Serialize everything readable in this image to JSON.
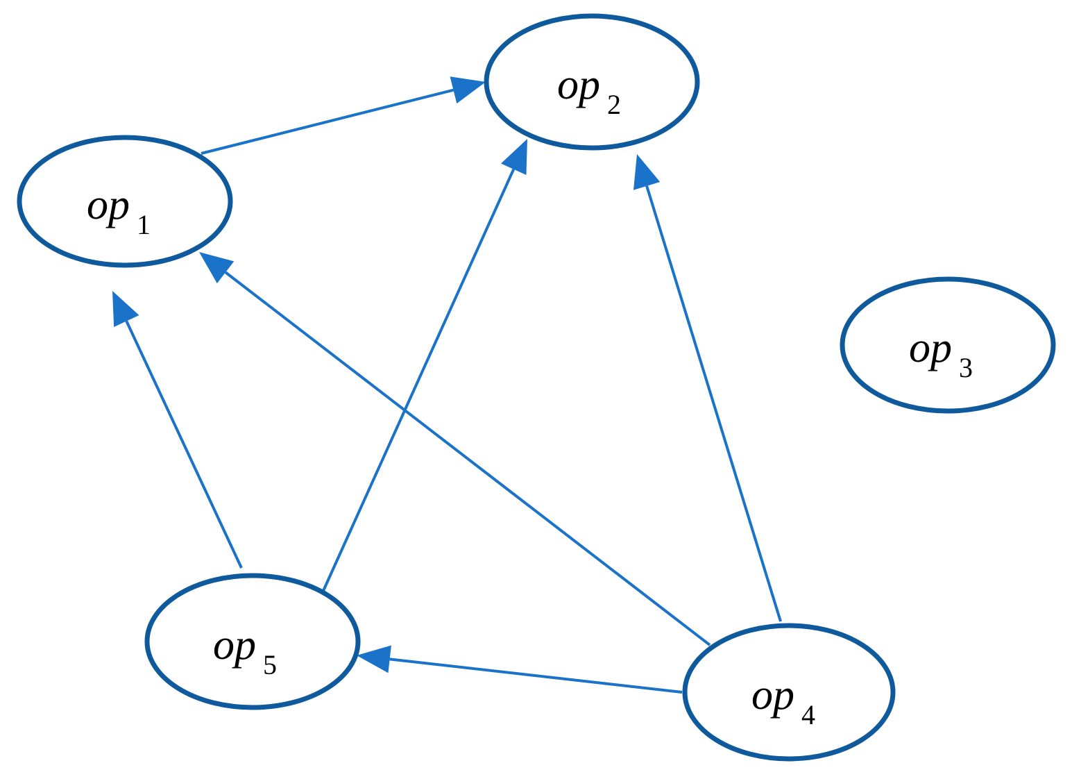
{
  "diagram": {
    "nodes": [
      {
        "id": "op1",
        "label": "op",
        "sub": "1"
      },
      {
        "id": "op2",
        "label": "op",
        "sub": "2"
      },
      {
        "id": "op3",
        "label": "op",
        "sub": "3"
      },
      {
        "id": "op4",
        "label": "op",
        "sub": "4"
      },
      {
        "id": "op5",
        "label": "op",
        "sub": "5"
      }
    ],
    "edges": [
      {
        "from": "op1",
        "to": "op2"
      },
      {
        "from": "op5",
        "to": "op1"
      },
      {
        "from": "op5",
        "to": "op2"
      },
      {
        "from": "op4",
        "to": "op1"
      },
      {
        "from": "op4",
        "to": "op2"
      },
      {
        "from": "op4",
        "to": "op5"
      }
    ]
  }
}
